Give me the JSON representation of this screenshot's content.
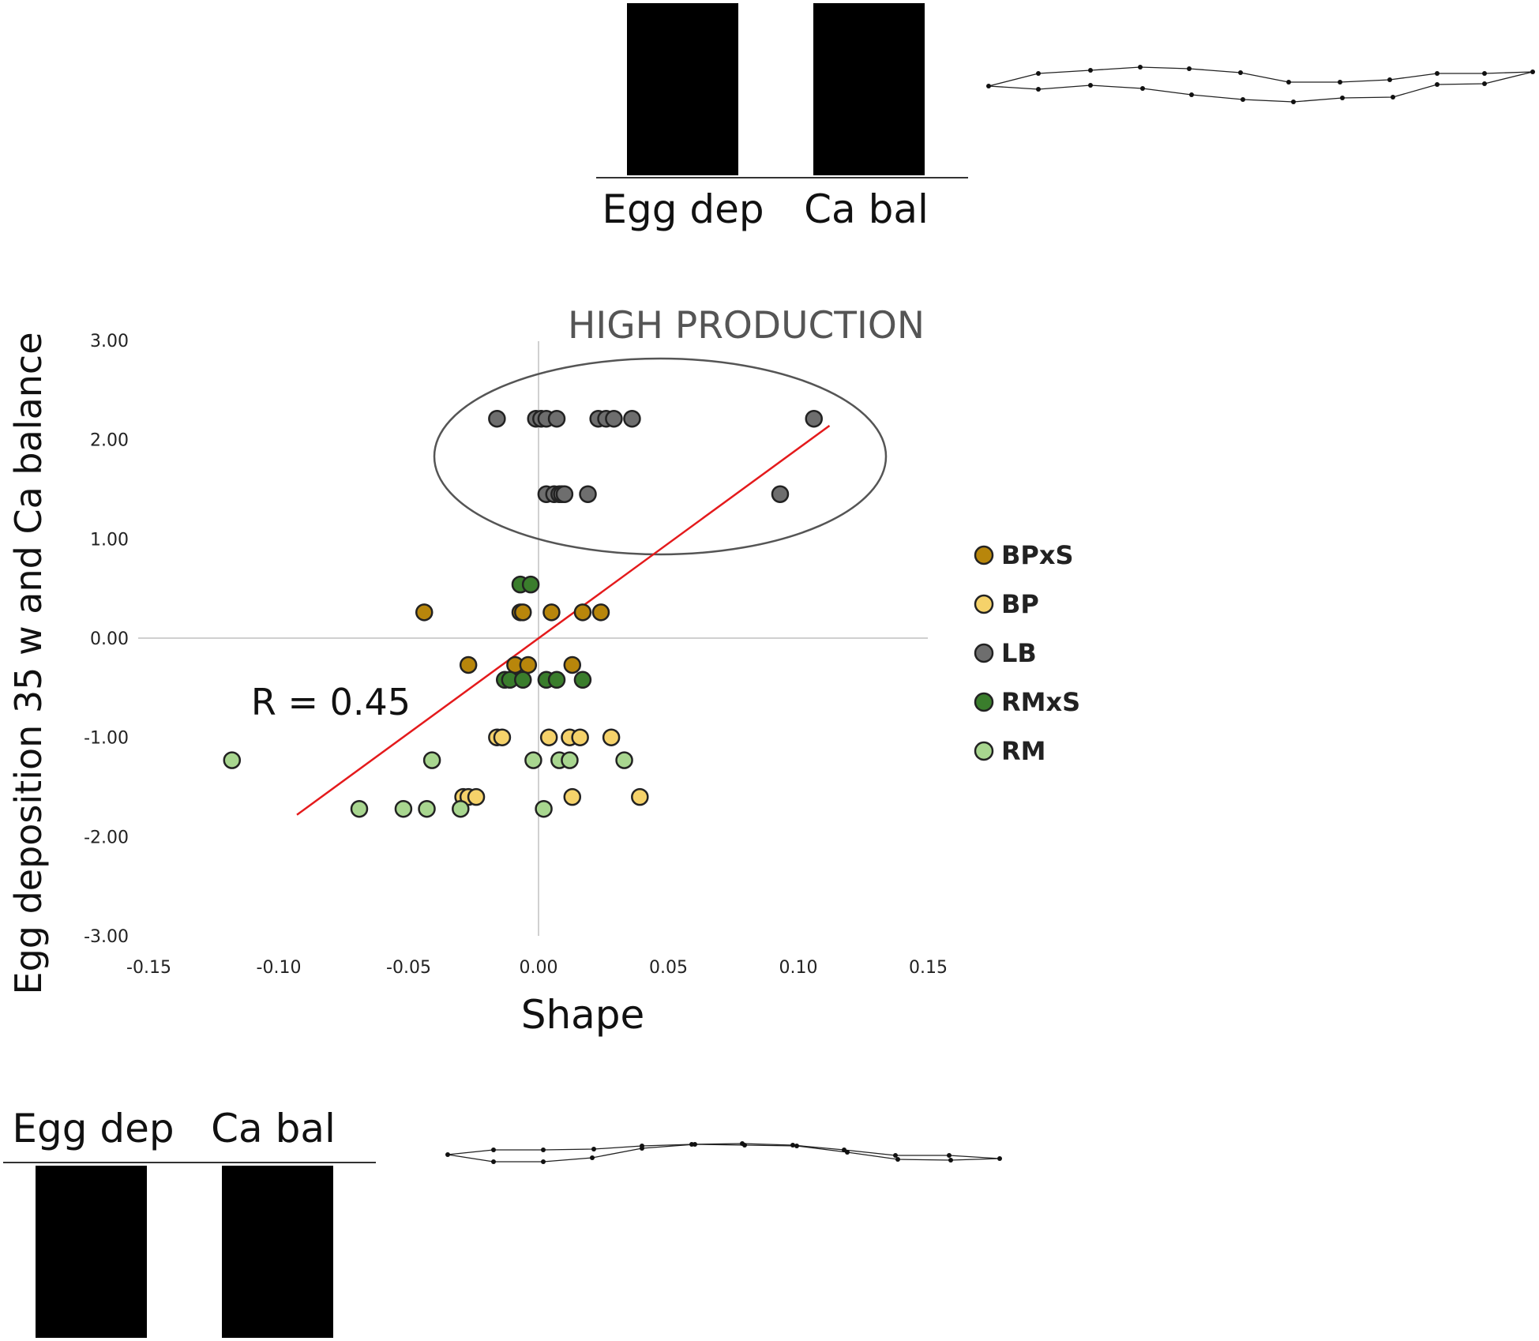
{
  "chart_data": {
    "type": "scatter",
    "title": "HIGH PRODUCTION",
    "xlabel": "Shape",
    "ylabel": "Egg deposition 35 w and Ca balance",
    "xlim": [
      -0.15,
      0.15
    ],
    "ylim": [
      -3.0,
      3.0
    ],
    "x_ticks": [
      "-0.15",
      "-0.10",
      "-0.05",
      "0.00",
      "0.05",
      "0.10",
      "0.15"
    ],
    "y_ticks": [
      "3.00",
      "2.00",
      "1.00",
      "0.00",
      "-1.00",
      "-2.00",
      "-3.00"
    ],
    "grid": false,
    "legend_position": "right",
    "annotation": "R = 0.45",
    "trendline": {
      "color": "#e41a1c",
      "x": [
        -0.093,
        0.112
      ],
      "y": [
        -1.78,
        2.14
      ]
    },
    "series": [
      {
        "name": "BPxS",
        "color": "#b8860b",
        "points": [
          [
            -0.044,
            0.26
          ],
          [
            -0.007,
            0.26
          ],
          [
            -0.006,
            0.26
          ],
          [
            0.005,
            0.26
          ],
          [
            0.017,
            0.26
          ],
          [
            0.024,
            0.26
          ],
          [
            -0.027,
            -0.27
          ],
          [
            -0.009,
            -0.27
          ],
          [
            -0.004,
            -0.27
          ],
          [
            0.013,
            -0.27
          ]
        ]
      },
      {
        "name": "BP",
        "color": "#f5d26a",
        "points": [
          [
            -0.016,
            -1.0
          ],
          [
            -0.014,
            -1.0
          ],
          [
            0.004,
            -1.0
          ],
          [
            0.012,
            -1.0
          ],
          [
            0.016,
            -1.0
          ],
          [
            0.028,
            -1.0
          ],
          [
            -0.029,
            -1.6
          ],
          [
            -0.027,
            -1.6
          ],
          [
            -0.024,
            -1.6
          ],
          [
            0.013,
            -1.6
          ],
          [
            0.039,
            -1.6
          ]
        ]
      },
      {
        "name": "LB",
        "color": "#6e6e6e",
        "points": [
          [
            -0.016,
            2.21
          ],
          [
            -0.001,
            2.21
          ],
          [
            0.001,
            2.21
          ],
          [
            0.003,
            2.21
          ],
          [
            0.007,
            2.21
          ],
          [
            0.023,
            2.21
          ],
          [
            0.026,
            2.21
          ],
          [
            0.029,
            2.21
          ],
          [
            0.036,
            2.21
          ],
          [
            0.106,
            2.21
          ],
          [
            0.003,
            1.45
          ],
          [
            0.006,
            1.45
          ],
          [
            0.008,
            1.45
          ],
          [
            0.009,
            1.45
          ],
          [
            0.01,
            1.45
          ],
          [
            0.019,
            1.45
          ],
          [
            0.093,
            1.45
          ]
        ]
      },
      {
        "name": "RMxS",
        "color": "#3a7d2c",
        "points": [
          [
            -0.007,
            0.54
          ],
          [
            -0.003,
            0.54
          ],
          [
            -0.013,
            -0.42
          ],
          [
            -0.011,
            -0.42
          ],
          [
            -0.006,
            -0.42
          ],
          [
            0.003,
            -0.42
          ],
          [
            0.007,
            -0.42
          ],
          [
            0.017,
            -0.42
          ]
        ]
      },
      {
        "name": "RM",
        "color": "#a8d68f",
        "points": [
          [
            -0.118,
            -1.23
          ],
          [
            -0.041,
            -1.23
          ],
          [
            -0.002,
            -1.23
          ],
          [
            0.008,
            -1.23
          ],
          [
            0.012,
            -1.23
          ],
          [
            0.033,
            -1.23
          ],
          [
            -0.069,
            -1.72
          ],
          [
            -0.052,
            -1.72
          ],
          [
            -0.043,
            -1.72
          ],
          [
            -0.03,
            -1.72
          ],
          [
            0.002,
            -1.72
          ]
        ]
      }
    ]
  },
  "top_bars": {
    "labels": [
      "Egg dep",
      "Ca bal"
    ]
  },
  "bottom_bars": {
    "labels": [
      "Egg dep",
      "Ca bal"
    ]
  }
}
